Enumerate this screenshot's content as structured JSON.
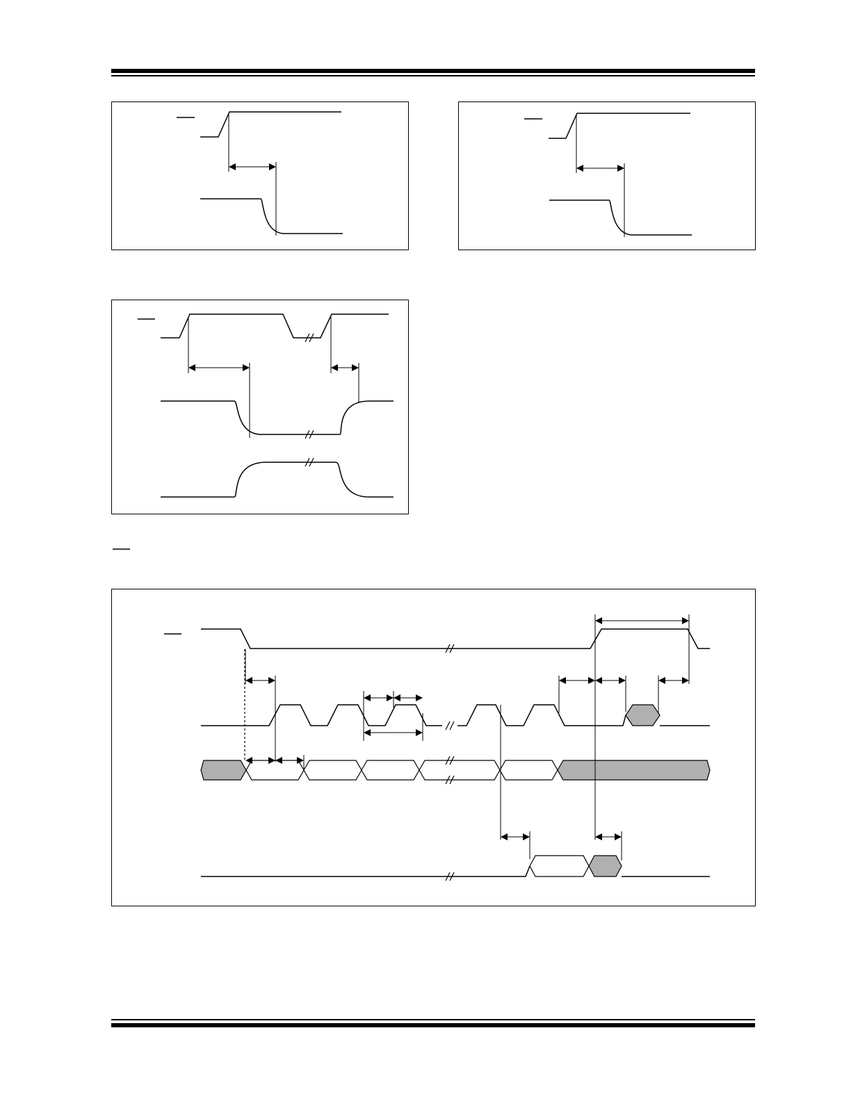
{
  "page": {
    "header_rule": "thick-thin",
    "footer_rule": "thin-thick"
  },
  "figures": [
    {
      "id": "small-timing-1",
      "signals": 2,
      "markers": 1
    },
    {
      "id": "small-timing-2",
      "signals": 2,
      "markers": 1
    },
    {
      "id": "timing-three-signal",
      "signals": 3,
      "markers": 2
    },
    {
      "id": "serial-timing",
      "signals": 4,
      "markers": 10
    }
  ],
  "colors": {
    "line": "#000000",
    "fill_gray": "#b0b0b0",
    "background": "#ffffff"
  }
}
